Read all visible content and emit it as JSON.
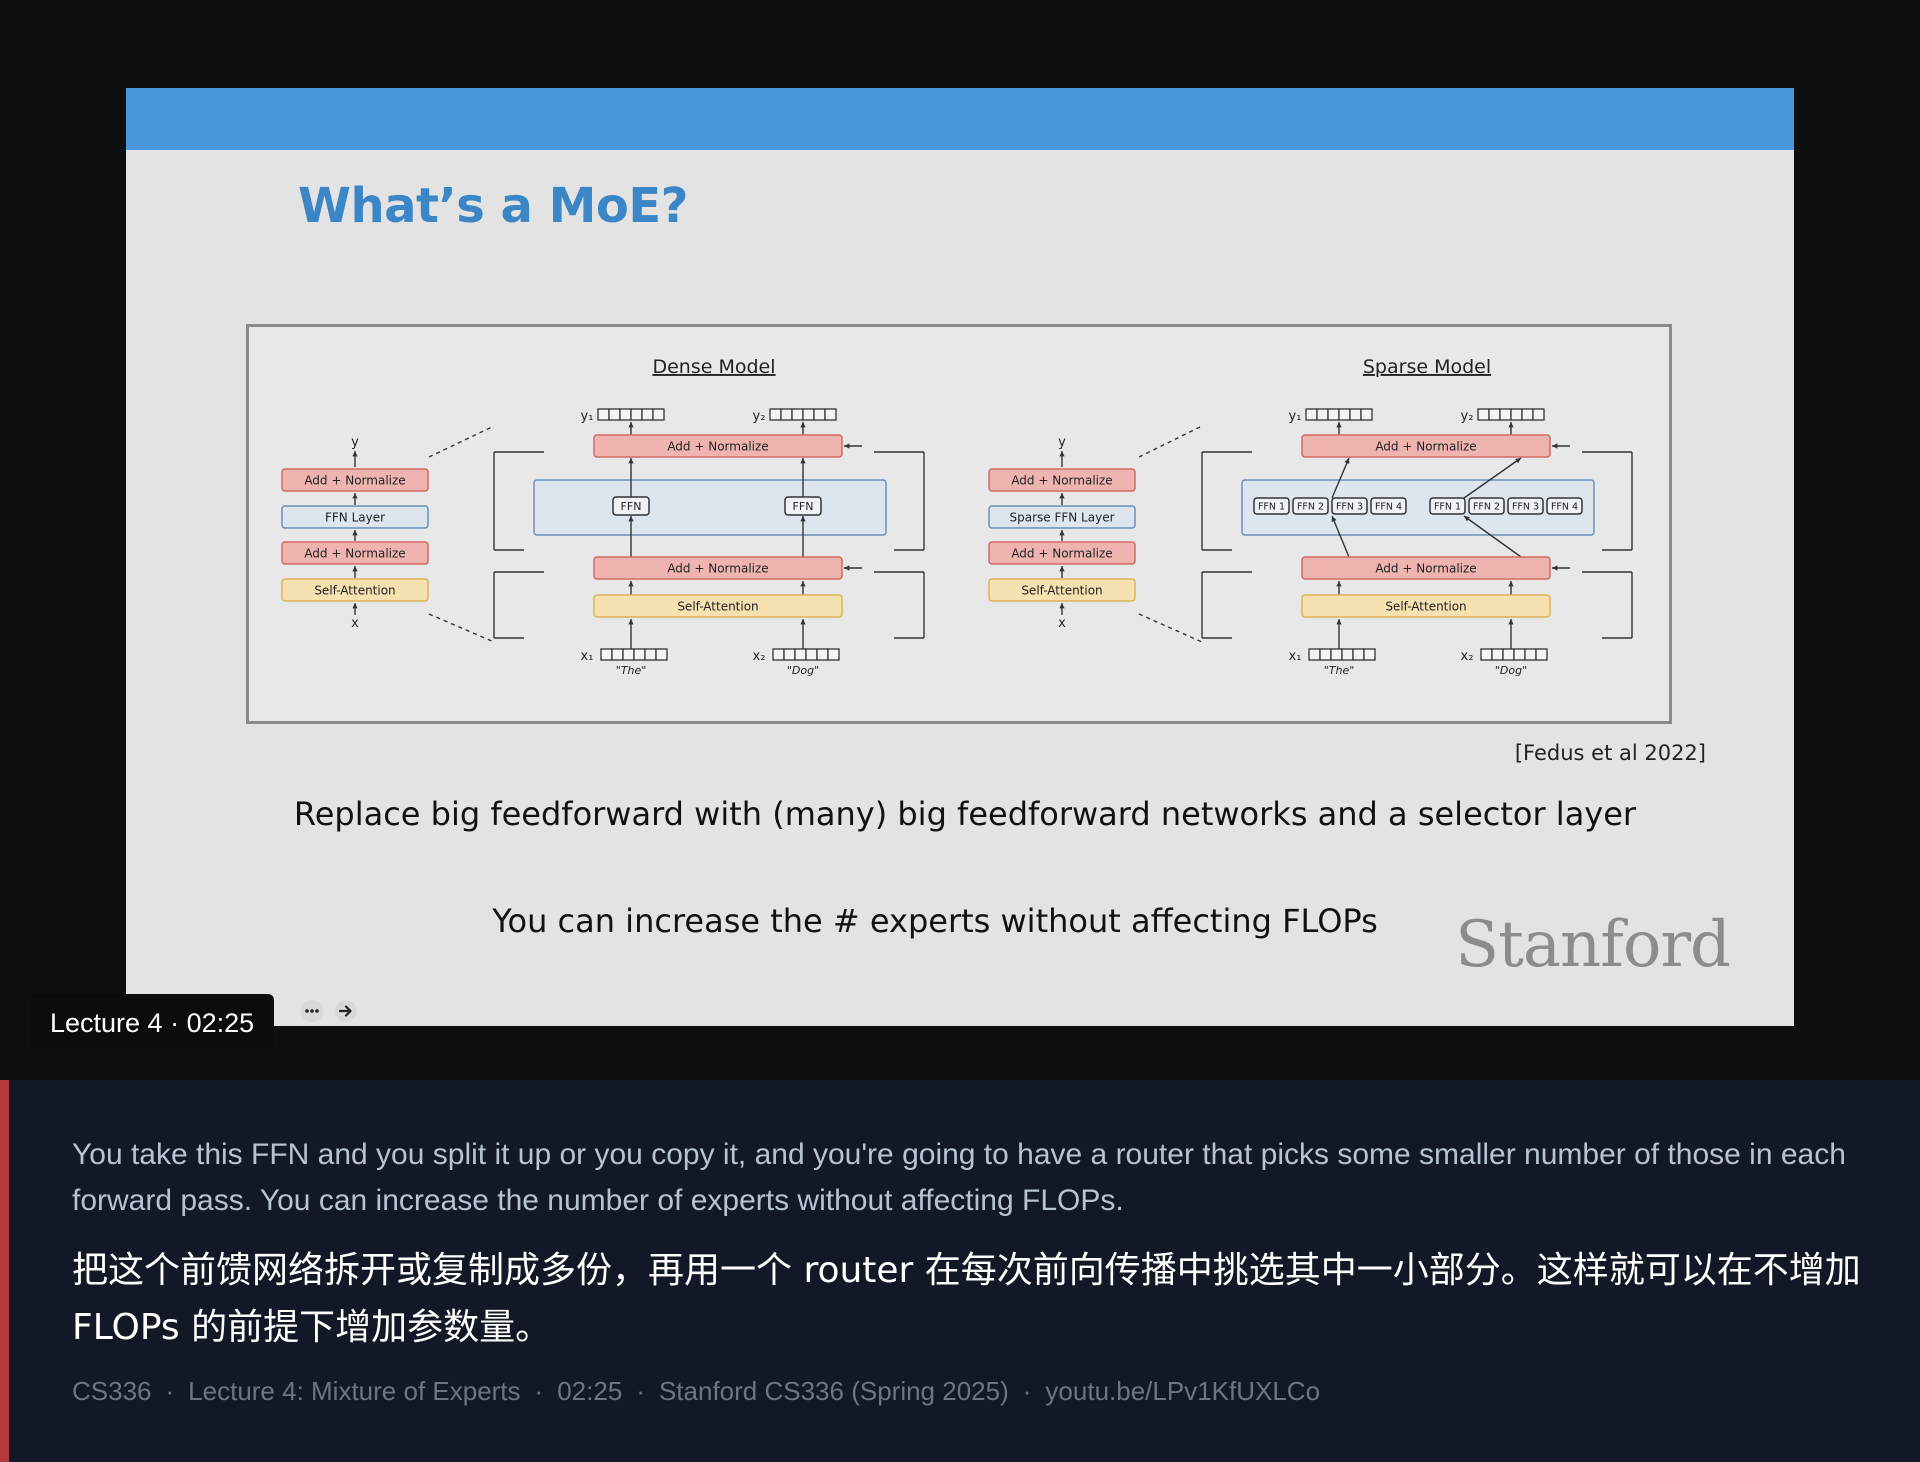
{
  "slide": {
    "title": "What’s a MoE?",
    "citation": "[Fedus et al 2022]",
    "bullet_1": "Replace big feedforward with (many) big feedforward networks and a selector layer",
    "bullet_2": "You can increase the # experts without affecting FLOPs",
    "logo_text": "Stanford",
    "figure": {
      "dense_title": "Dense Model",
      "sparse_title": "Sparse Model",
      "add_normalize": "Add + Normalize",
      "ffn_layer": "FFN Layer",
      "sparse_ffn_layer": "Sparse FFN Layer",
      "self_attention": "Self-Attention",
      "ffn": "FFN",
      "experts": [
        "FFN 1",
        "FFN 2",
        "FFN 3",
        "FFN 4"
      ],
      "x": "x",
      "y": "y",
      "y1": "y₁",
      "y2": "y₂",
      "x1": "x₁",
      "x2": "x₂",
      "token_1": "\"The\"",
      "token_2": "\"Dog\""
    }
  },
  "player": {
    "timestamp_label": "Lecture 4 · 02:25",
    "icons": [
      "more-options-icon",
      "next-arrow-icon"
    ]
  },
  "caption": {
    "english": "You take this FFN and you split it up or you copy it, and you're going to have a router that picks some smaller number of those in each forward pass. You can increase the number of experts without affecting FLOPs.",
    "chinese": "把这个前馈网络拆开或复制成多份，再用一个 router 在每次前向传播中挑选其中一小部分。这样就可以在不增加 FLOPs 的前提下增加参数量。"
  },
  "meta": {
    "course": "CS336",
    "lecture": "Lecture 4: Mixture of Experts",
    "time": "02:25",
    "series": "Stanford CS336 (Spring 2025)",
    "link": "youtu.be/LPv1KfUXLCo"
  },
  "colors": {
    "slide_bar": "#4a96dc",
    "title": "#3b86c6",
    "add_norm_fill": "#f0b4b0",
    "add_norm_stroke": "#d26a62",
    "ffn_fill": "#dde6ee",
    "ffn_stroke": "#6b8fb4",
    "attn_fill": "#f6e2b0",
    "attn_stroke": "#d9b558",
    "caption_bg": "#121826",
    "caption_accent": "#b33a3a"
  }
}
